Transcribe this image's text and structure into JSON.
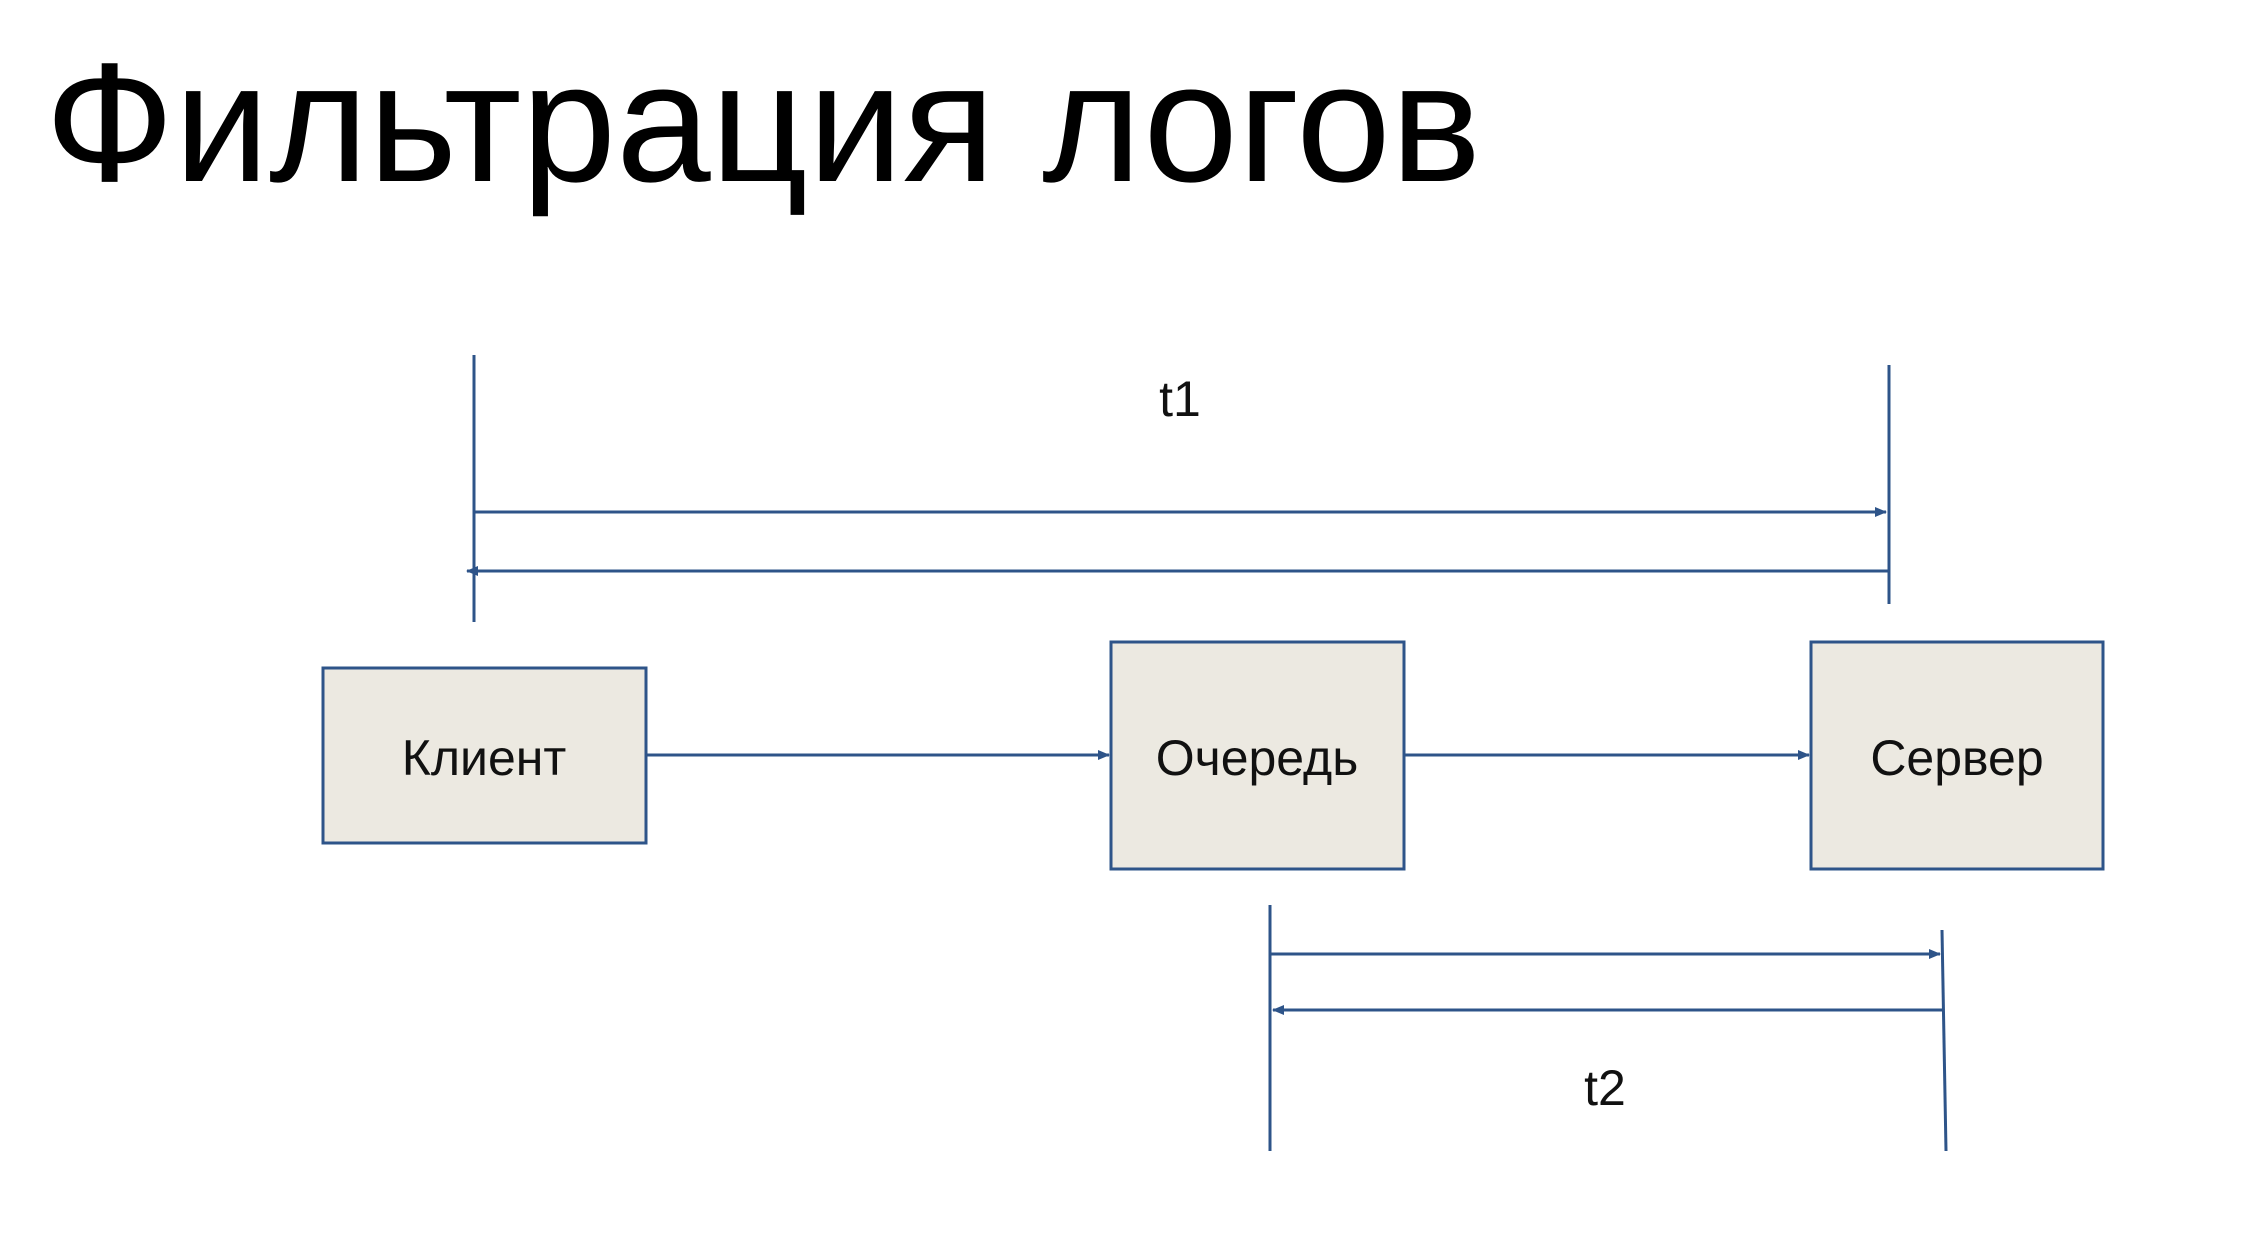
{
  "title": "Фильтрация логов",
  "colors": {
    "line": "#2e5489",
    "box_fill": "#ece9e1",
    "text": "#111111"
  },
  "nodes": {
    "client": "Клиент",
    "queue": "Очередь",
    "server": "Сервер"
  },
  "intervals": {
    "t1": "t1",
    "t2": "t2"
  }
}
